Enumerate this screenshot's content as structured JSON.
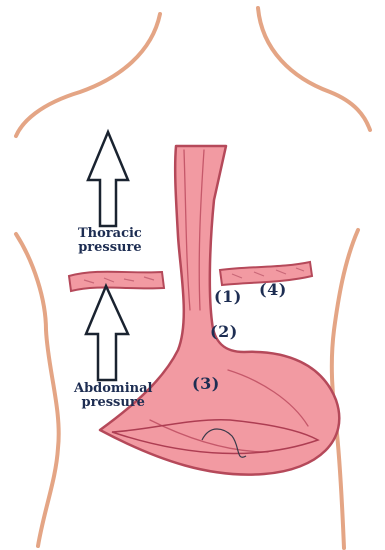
{
  "labels": {
    "thoracic": [
      "Thoracic",
      "pressure"
    ],
    "abdominal": [
      "Abdominal",
      "pressure"
    ]
  },
  "markers": [
    "(1)",
    "(2)",
    "(3)",
    "(4)"
  ],
  "colors": {
    "skin_outline": "#e4a585",
    "tissue": "#f29aa2",
    "tissue_dark": "#b5495a",
    "arrow": "#1a2330",
    "text": "#1d2d52"
  }
}
